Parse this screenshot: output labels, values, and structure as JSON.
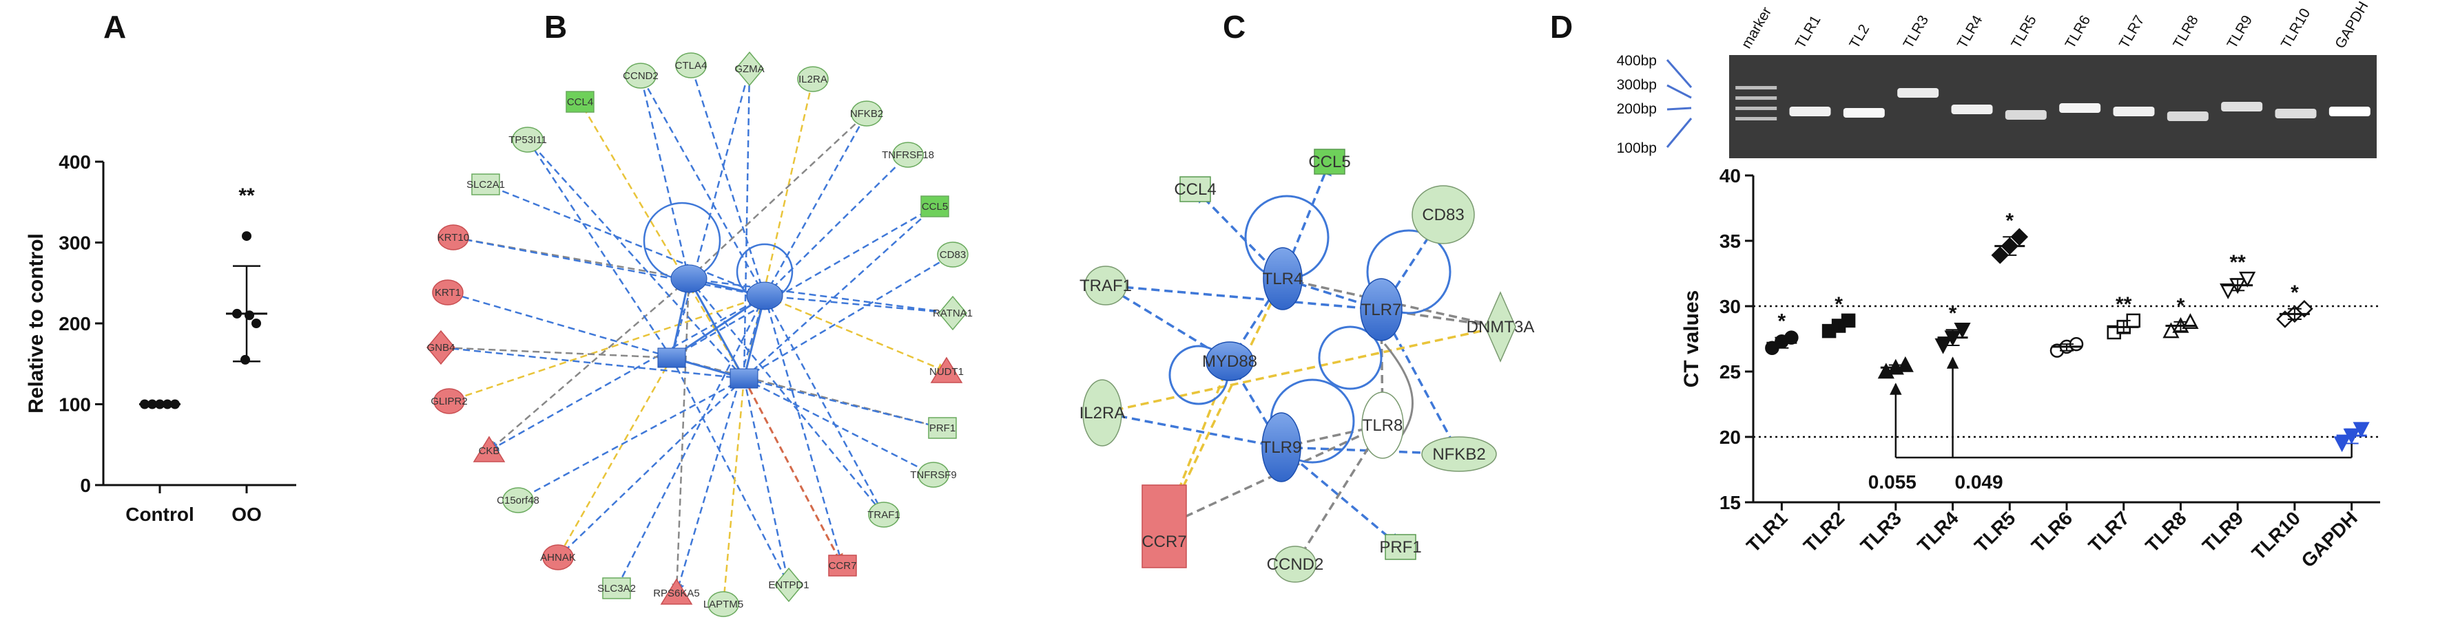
{
  "panels": {
    "a": "A",
    "b": "B",
    "c": "C",
    "d": "D"
  },
  "chart_data": [
    {
      "type": "scatter",
      "panel": "A",
      "ylabel": "Relative to control",
      "ylim": [
        0,
        400
      ],
      "yticks": [
        0,
        100,
        200,
        300,
        400
      ],
      "categories": [
        "Control",
        "OO"
      ],
      "points": {
        "Control": [
          100,
          100,
          100,
          100,
          100
        ],
        "OO": [
          308,
          212,
          210,
          200,
          155
        ]
      },
      "mean": {
        "Control": 100,
        "OO": 212
      },
      "sd_range": {
        "Control": [
          100,
          100
        ],
        "OO": [
          153,
          271
        ]
      },
      "annotations": [
        {
          "category": "OO",
          "text": "**"
        }
      ]
    },
    {
      "type": "scatter",
      "panel": "D",
      "ylabel": "CT values",
      "ylim": [
        15,
        40
      ],
      "yticks": [
        15,
        20,
        25,
        30,
        35,
        40
      ],
      "reference_lines": [
        30,
        20
      ],
      "categories": [
        "TLR1",
        "TLR2",
        "TLR3",
        "TLR4",
        "TLR5",
        "TLR6",
        "TLR7",
        "TLR8",
        "TLR9",
        "TLR10",
        "GAPDH"
      ],
      "series": [
        {
          "category": "TLR1",
          "values": [
            26.8,
            27.3,
            27.6
          ],
          "mean": 27.2,
          "sig": "*",
          "marker": "circle"
        },
        {
          "category": "TLR2",
          "values": [
            28.1,
            28.5,
            28.9
          ],
          "mean": 28.5,
          "sig": "*",
          "marker": "square"
        },
        {
          "category": "TLR3",
          "values": [
            25.0,
            25.3,
            25.5
          ],
          "mean": 25.3,
          "sig": "",
          "marker": "triangle-up"
        },
        {
          "category": "TLR4",
          "values": [
            27.0,
            27.6,
            28.2
          ],
          "mean": 27.6,
          "sig": "*",
          "marker": "triangle-down"
        },
        {
          "category": "TLR5",
          "values": [
            33.9,
            34.6,
            35.3
          ],
          "mean": 34.6,
          "sig": "*",
          "marker": "diamond"
        },
        {
          "category": "TLR6",
          "values": [
            26.6,
            26.9,
            27.1
          ],
          "mean": 26.9,
          "sig": "",
          "marker": "circle-open"
        },
        {
          "category": "TLR7",
          "values": [
            28.0,
            28.4,
            28.9
          ],
          "mean": 28.4,
          "sig": "**",
          "marker": "square-open"
        },
        {
          "category": "TLR8",
          "values": [
            28.1,
            28.5,
            28.8
          ],
          "mean": 28.5,
          "sig": "*",
          "marker": "triangle-open"
        },
        {
          "category": "TLR9",
          "values": [
            31.2,
            31.6,
            32.1
          ],
          "mean": 31.6,
          "sig": "**",
          "marker": "triangle-down-open"
        },
        {
          "category": "TLR10",
          "values": [
            29.0,
            29.4,
            29.8
          ],
          "mean": 29.4,
          "sig": "*",
          "marker": "diamond-open"
        },
        {
          "category": "GAPDH",
          "values": [
            19.5,
            20.1,
            20.6
          ],
          "mean": 20.1,
          "sig": "",
          "marker": "triangle-down-blue"
        }
      ],
      "p_values": [
        "0.055",
        "0.049"
      ],
      "colors": {
        "points": "#111111",
        "gapdh": "#2a52d9"
      }
    }
  ],
  "network_b": {
    "nodes": [
      "CCND2",
      "CTLA4",
      "GZMA",
      "IL2RA",
      "NFKB2",
      "TNFRSF18",
      "CCL5",
      "CD83",
      "RATNA1",
      "NUDT1",
      "PRF1",
      "TNFRSF9",
      "TRAF1",
      "CCR7",
      "ENTPD1",
      "LAPTM5",
      "RPS6KA5",
      "SLC3A2",
      "AHNAK",
      "C15orf48",
      "CKB",
      "GLIPR2",
      "GNB4",
      "KRT1",
      "KRT10",
      "SLC2A1",
      "TP53I11",
      "CCL4"
    ],
    "colors": {
      "green": "#cde8c4",
      "brightgreen": "#6ed05a",
      "red": "#e8787a",
      "blue": "#3f78d8",
      "yellow": "#e9c43a",
      "gray": "#888888"
    }
  },
  "network_c": {
    "nodes": [
      "CCL4",
      "CCL5",
      "CD83",
      "TRAF1",
      "TLR4",
      "TLR7",
      "DNMT3A",
      "MYD88",
      "TLR8",
      "IL2RA",
      "TLR9",
      "NFKB2",
      "CCR7",
      "CCND2",
      "PRF1"
    ]
  },
  "gel": {
    "lanes": [
      "marker",
      "TLR1",
      "TL2",
      "TLR3",
      "TLR4",
      "TLR5",
      "TLR6",
      "TLR7",
      "TLR8",
      "TLR9",
      "TLR10",
      "GAPDH"
    ],
    "ladder": [
      "400bp",
      "300bp",
      "200bp",
      "100bp"
    ]
  }
}
